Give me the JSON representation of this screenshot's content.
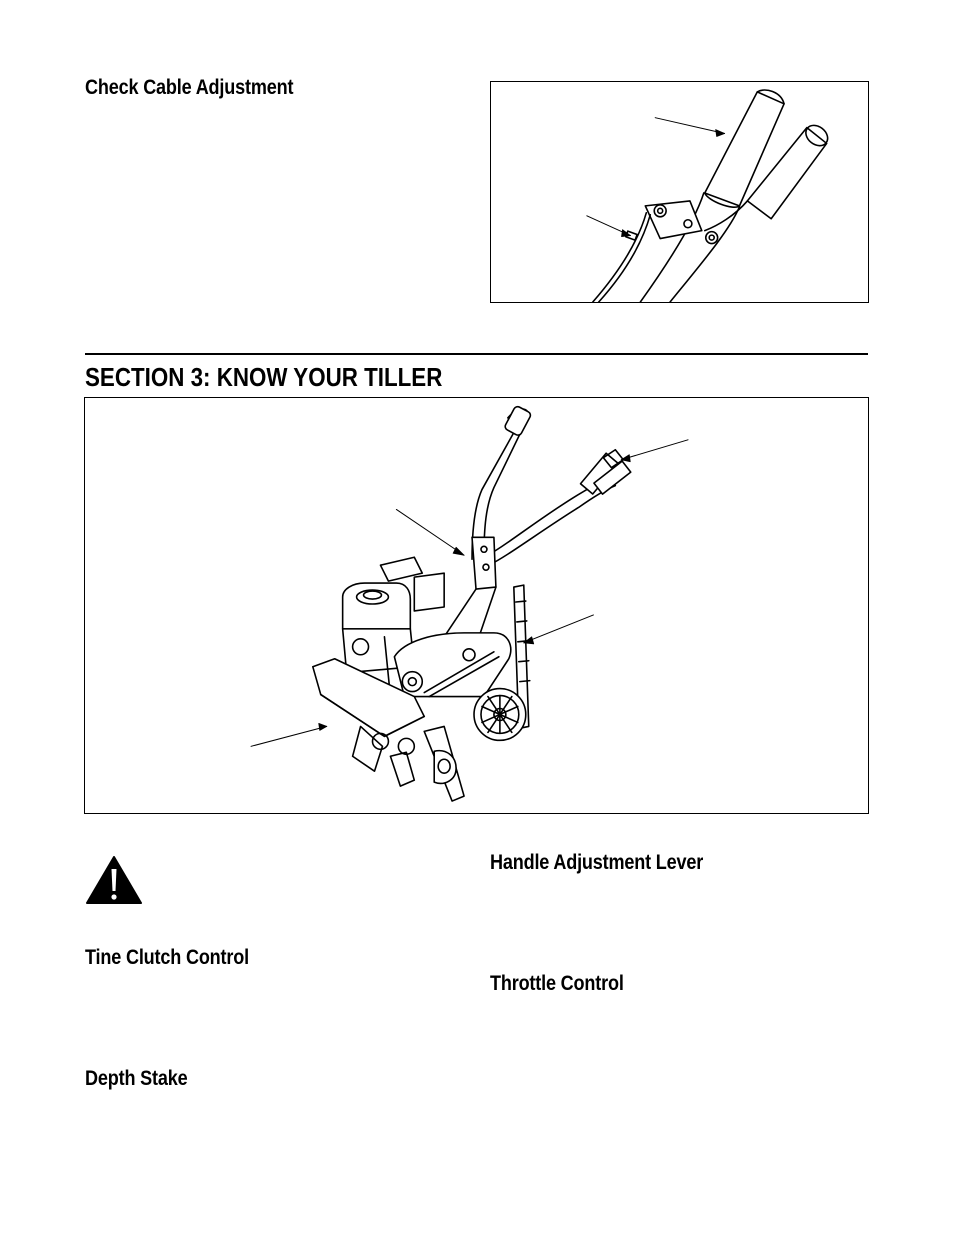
{
  "headings": {
    "check_cable": "Check Cable Adjustment",
    "section": "SECTION 3:  KNOW YOUR TILLER",
    "handle_lever": "Handle Adjustment Lever",
    "tine_clutch": "Tine Clutch Control",
    "throttle": "Throttle Control",
    "depth_stake": "Depth Stake"
  },
  "icons": {
    "warning": "warning-triangle-icon"
  }
}
